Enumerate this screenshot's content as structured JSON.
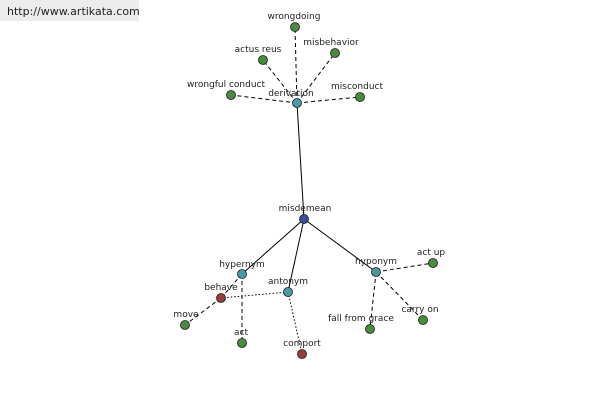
{
  "header": {
    "url": "http://www.artikata.com"
  },
  "colors": {
    "word": "#4a8a3e",
    "relation": "#4a9aa6",
    "center": "#3a4e9e",
    "antonym_word": "#9a3a3a",
    "edge": "#000000"
  },
  "graph": {
    "nodes": [
      {
        "id": "misdemean",
        "label": "misdemean",
        "kind": "center"
      },
      {
        "id": "derivation",
        "label": "derivation",
        "kind": "relation"
      },
      {
        "id": "hypernym",
        "label": "hypernym",
        "kind": "relation"
      },
      {
        "id": "antonym",
        "label": "antonym",
        "kind": "relation"
      },
      {
        "id": "hyponym",
        "label": "hyponym",
        "kind": "relation"
      },
      {
        "id": "wrongdoing",
        "label": "wrongdoing",
        "kind": "word"
      },
      {
        "id": "actus_reus",
        "label": "actus reus",
        "kind": "word"
      },
      {
        "id": "misbehavior",
        "label": "misbehavior",
        "kind": "word"
      },
      {
        "id": "wrongful_conduct",
        "label": "wrongful conduct",
        "kind": "word"
      },
      {
        "id": "misconduct",
        "label": "misconduct",
        "kind": "word"
      },
      {
        "id": "behave",
        "label": "behave",
        "kind": "antonym_word"
      },
      {
        "id": "move",
        "label": "move",
        "kind": "word"
      },
      {
        "id": "act",
        "label": "act",
        "kind": "word"
      },
      {
        "id": "comport",
        "label": "comport",
        "kind": "antonym_word"
      },
      {
        "id": "act_up",
        "label": "act up",
        "kind": "word"
      },
      {
        "id": "fall_from_grace",
        "label": "fall from grace",
        "kind": "word"
      },
      {
        "id": "carry_on",
        "label": "carry on",
        "kind": "word"
      }
    ],
    "edges": [
      {
        "from": "misdemean",
        "to": "derivation",
        "style": "solid"
      },
      {
        "from": "misdemean",
        "to": "hypernym",
        "style": "solid"
      },
      {
        "from": "misdemean",
        "to": "antonym",
        "style": "solid"
      },
      {
        "from": "misdemean",
        "to": "hyponym",
        "style": "solid"
      },
      {
        "from": "derivation",
        "to": "wrongdoing",
        "style": "dashed"
      },
      {
        "from": "derivation",
        "to": "actus_reus",
        "style": "dashed"
      },
      {
        "from": "derivation",
        "to": "misbehavior",
        "style": "dashed"
      },
      {
        "from": "derivation",
        "to": "wrongful_conduct",
        "style": "dashed"
      },
      {
        "from": "derivation",
        "to": "misconduct",
        "style": "dashed"
      },
      {
        "from": "hypernym",
        "to": "behave",
        "style": "dashed"
      },
      {
        "from": "hypernym",
        "to": "act",
        "style": "dashed"
      },
      {
        "from": "behave",
        "to": "move",
        "style": "dashed"
      },
      {
        "from": "antonym",
        "to": "behave",
        "style": "dotted"
      },
      {
        "from": "antonym",
        "to": "comport",
        "style": "dotted"
      },
      {
        "from": "hyponym",
        "to": "act_up",
        "style": "dashed"
      },
      {
        "from": "hyponym",
        "to": "fall_from_grace",
        "style": "dashed"
      },
      {
        "from": "hyponym",
        "to": "carry_on",
        "style": "dashed"
      }
    ]
  }
}
